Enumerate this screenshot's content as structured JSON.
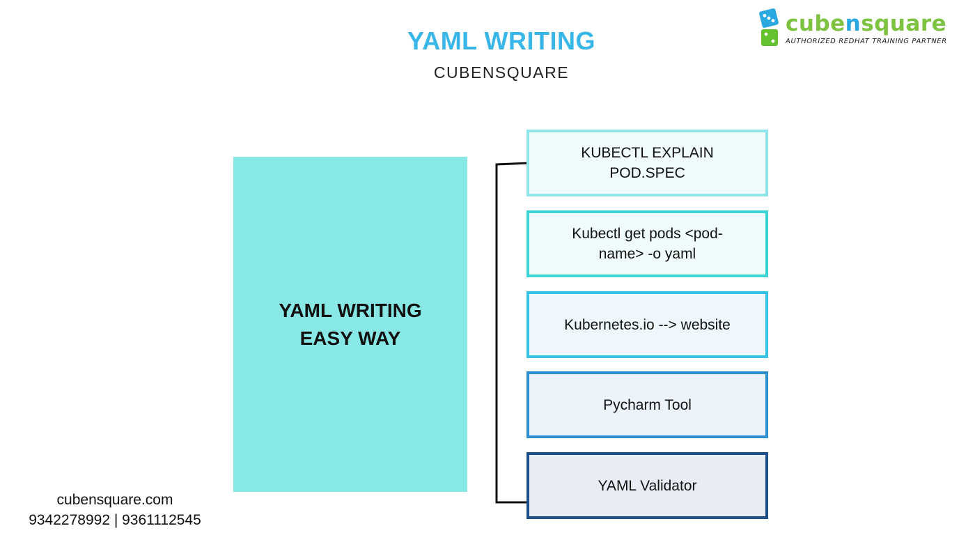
{
  "header": {
    "title": "YAML WRITING",
    "subtitle": "CUBENSQUARE"
  },
  "logo": {
    "word_part1": "cube",
    "word_part2": "n",
    "word_part3": "square",
    "tagline": "AUTHORIZED REDHAT TRAINING PARTNER",
    "icon": "dice-cubes-icon",
    "colors": {
      "green": "#7ec242",
      "blue": "#2aa9e0"
    }
  },
  "main": {
    "line1": "YAML WRITING",
    "line2": "EASY WAY",
    "color": "#88e8e6"
  },
  "items": [
    {
      "text": "KUBECTL EXPLAIN POD.SPEC",
      "border": "#8fe6ea",
      "fill": "#f0fbfb"
    },
    {
      "text": "Kubectl get pods <pod-name> -o yaml",
      "border": "#3dd4d6",
      "fill": "#f0fbfb"
    },
    {
      "text": "Kubernetes.io --> website",
      "border": "#39c2e8",
      "fill": "#eef8fc"
    },
    {
      "text": "Pycharm Tool",
      "border": "#2e8fd0",
      "fill": "#ecf3fa"
    },
    {
      "text": "YAML Validator",
      "border": "#1d4f8c",
      "fill": "#e8ecf4"
    }
  ],
  "footer": {
    "website": "cubensquare.com",
    "phones": "9342278992 | 9361112545"
  }
}
